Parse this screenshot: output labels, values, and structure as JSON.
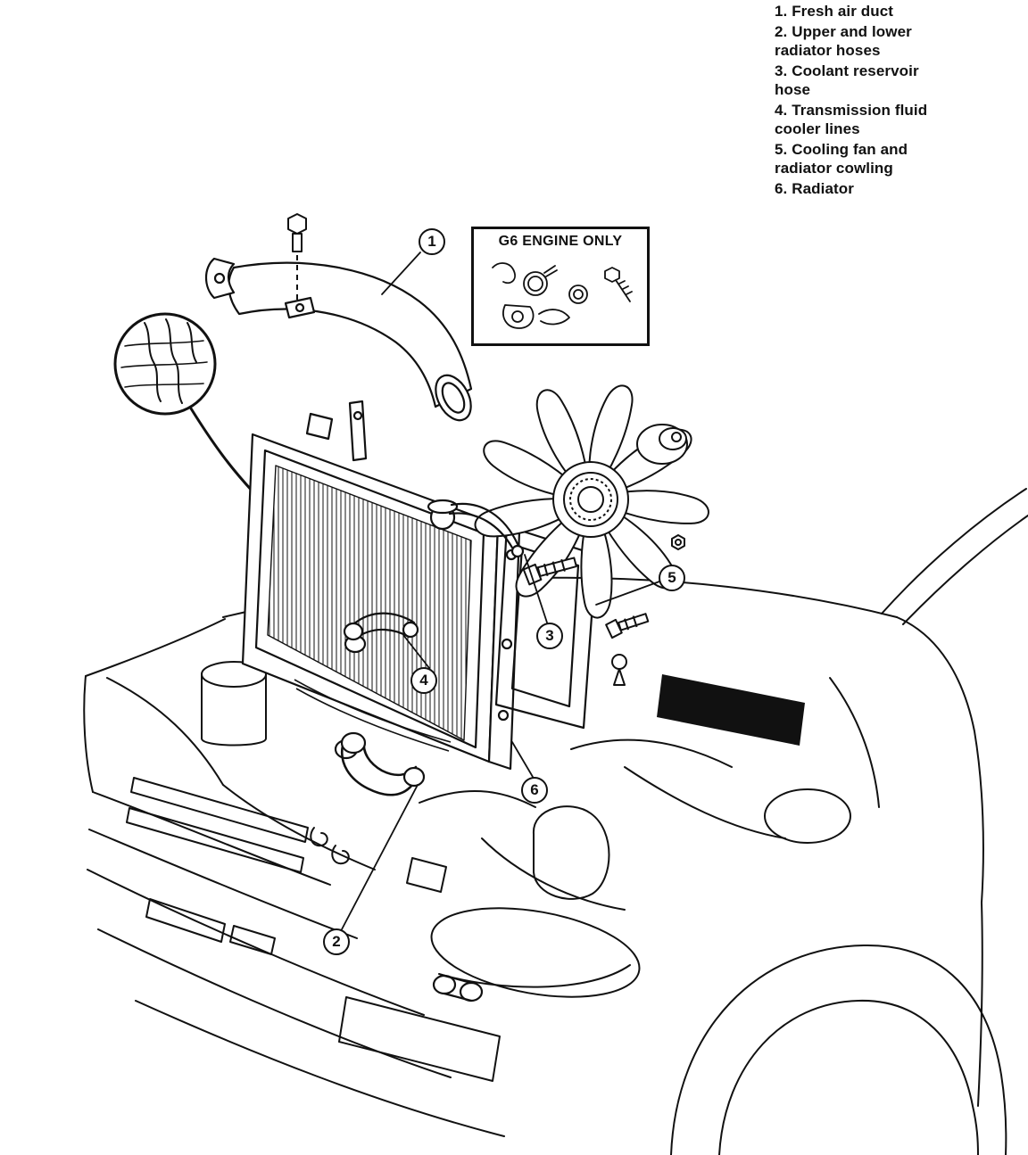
{
  "legend": {
    "items": [
      {
        "text": "1. Fresh air duct"
      },
      {
        "text": "2. Upper and lower radiator hoses"
      },
      {
        "text": "3. Coolant reservoir hose"
      },
      {
        "text": "4. Transmission fluid cooler lines"
      },
      {
        "text": "5. Cooling fan and radiator cowling"
      },
      {
        "text": "6. Radiator"
      }
    ]
  },
  "inset": {
    "label": "G6 ENGINE ONLY"
  },
  "callouts": [
    {
      "number": "1"
    },
    {
      "number": "2"
    },
    {
      "number": "3"
    },
    {
      "number": "4"
    },
    {
      "number": "5"
    },
    {
      "number": "6"
    }
  ],
  "colors": {
    "ink": "#111111",
    "background": "#ffffff"
  }
}
